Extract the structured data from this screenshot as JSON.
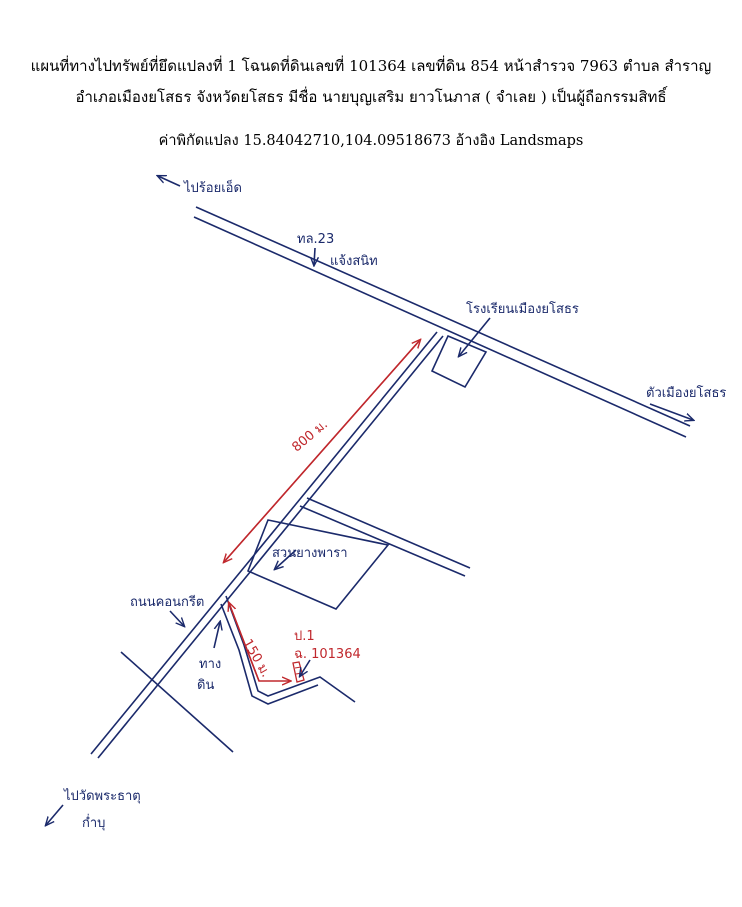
{
  "header": {
    "line1": "แผนที่ทางไปทรัพย์ที่ยึดแปลงที่ 1 โฉนดที่ดินเลขที่ 101364 เลขที่ดิน 854 หน้าสำรวจ 7963 ตำบล สำราญ",
    "line2": "อำเภอเมืองยโสธร จังหวัดยโสธร มีชื่อ นายบุญเสริม ยาวโนภาส ( จำเลย ) เป็นผู้ถือกรรมสิทธิ์",
    "line3": "ค่าพิกัดแปลง 15.84042710,104.09518673 อ้างอิง Landsmaps"
  },
  "map": {
    "labels": {
      "to_roi_et": "ไปร้อยเอ็ด",
      "highway_no": "ทล.23",
      "highway_name": "แจ้งสนิท",
      "school": "โรงเรียนเมืองยโสธร",
      "to_city": "ตัวเมืองยโสธร",
      "dist_800": "800 ม.",
      "rubber_garden": "สวนยางพารา",
      "concrete_road": "ถนนคอนกรีต",
      "dirt_road_1": "ทาง",
      "dirt_road_2": "ดิน",
      "dist_150": "150 ม.",
      "plot_no": "ป.1",
      "deed_no": "ฉ. 101364",
      "to_wat_1": "ไปวัดพระธาตุ",
      "to_wat_2": "ก่ำบุ"
    },
    "colors": {
      "ink": "#1b2a6b",
      "red_ink": "#c0282d"
    }
  }
}
